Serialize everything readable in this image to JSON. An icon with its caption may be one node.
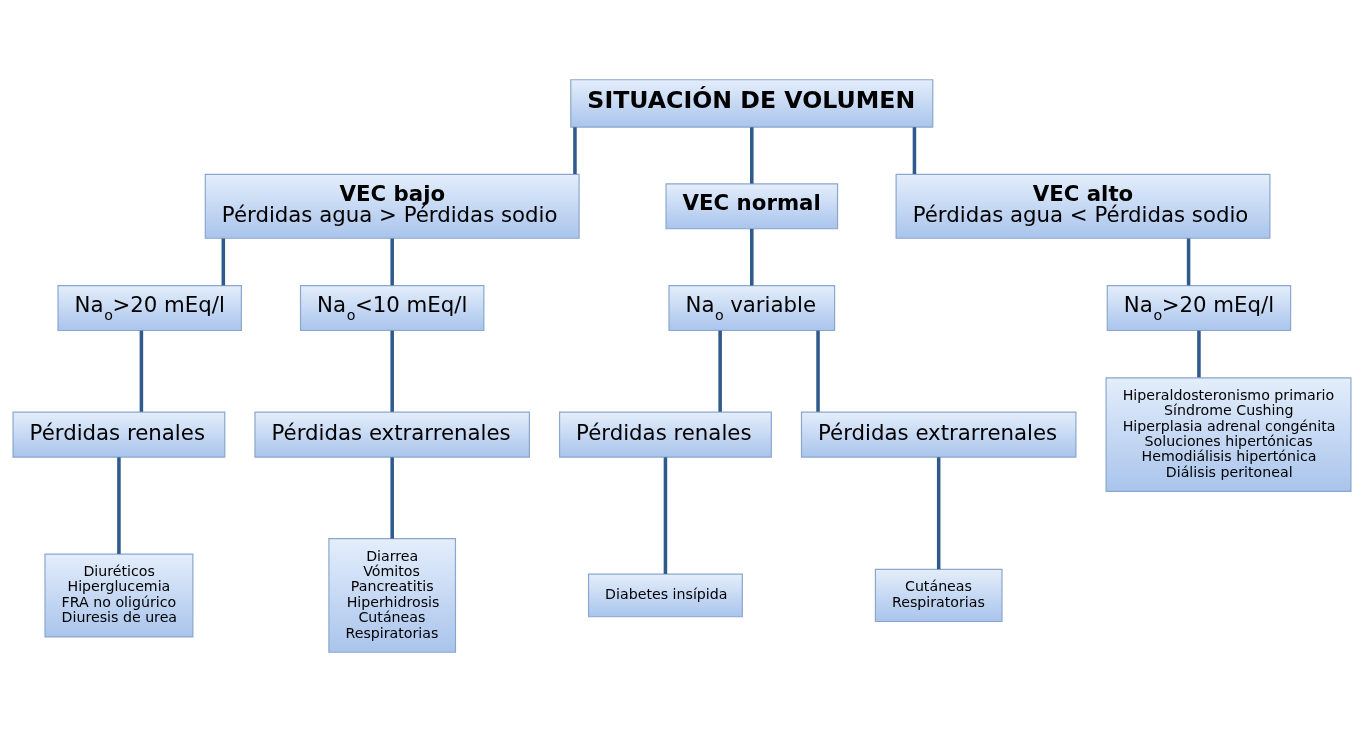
{
  "diagram": {
    "nodes": [
      {
        "text": [
          "SITUACIÓN DE VOLUMEN"
        ]
      },
      {
        "text": [
          "VEC bajo",
          "Pérdidas agua > Pérdidas sodio"
        ]
      },
      {
        "text": [
          "VEC normal"
        ]
      },
      {
        "text": [
          "VEC alto",
          "Pérdidas agua < Pérdidas sodio"
        ]
      },
      {
        "text": [
          "Na$_{o}$>20 mEq/l"
        ]
      },
      {
        "text": [
          "Na$_{o}$<10 mEq/l"
        ]
      },
      {
        "text": [
          "Na$_{o}$ variable"
        ]
      },
      {
        "text": [
          "Na$_{o}$>20 mEq/l"
        ]
      },
      {
        "text": [
          "Pérdidas renales"
        ]
      },
      {
        "text": [
          "Pérdidas extrarrenales"
        ]
      },
      {
        "text": [
          "Pérdidas renales"
        ]
      },
      {
        "text": [
          "Pérdidas extrarrenales"
        ]
      },
      {
        "text": [
          "Hiperaldosteronismo primario",
          "Síndrome Cushing",
          "Hiperplasia adrenal congénita",
          "Soluciones hipertónicas",
          "Hemodiálisis hipertónica",
          "Diálisis peritoneal"
        ]
      },
      {
        "text": [
          "Diuréticos",
          "Hiperglucemia",
          "FRA no oligúrico",
          "Diuresis de urea"
        ]
      },
      {
        "text": [
          "Diarrea",
          "Vómitos",
          "Pancreatitis",
          "Hiperhidrosis",
          "Cutáneas",
          "Respiratorias"
        ]
      },
      {
        "text": [
          "Diabetes insípida"
        ]
      },
      {
        "text": [
          "Cutáneas",
          "Respiratorias"
        ]
      }
    ],
    "edges": [
      {
        "from": 0,
        "to": 1,
        "arrow": "none"
      },
      {
        "from": 0,
        "to": 2,
        "arrow": "none"
      },
      {
        "from": 0,
        "to": 3,
        "arrow": "none"
      },
      {
        "from": 1,
        "to": 4,
        "arrow": "none"
      },
      {
        "from": 1,
        "to": 5,
        "arrow": "none"
      },
      {
        "from": 2,
        "to": 6,
        "arrow": "none"
      },
      {
        "from": 3,
        "to": 7,
        "arrow": "none"
      },
      {
        "from": 4,
        "to": 8,
        "arrow": "none"
      },
      {
        "from": 5,
        "to": 9,
        "arrow": "none"
      },
      {
        "from": 6,
        "to": 10,
        "arrow": "none"
      },
      {
        "from": 6,
        "to": 11,
        "arrow": "none"
      },
      {
        "from": 7,
        "to": 12,
        "arrow": "none"
      },
      {
        "from": 8,
        "to": 13,
        "arrow": "none"
      },
      {
        "from": 9,
        "to": 14,
        "arrow": "none"
      },
      {
        "from": 10,
        "to": 15,
        "arrow": "none"
      },
      {
        "from": 11,
        "to": 16,
        "arrow": "none"
      }
    ]
  }
}
